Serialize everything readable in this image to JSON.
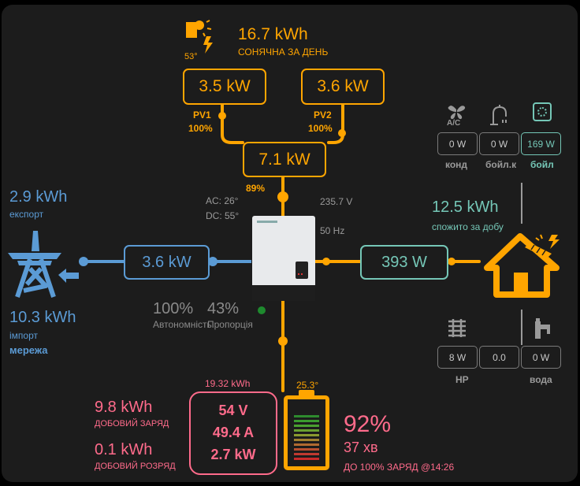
{
  "solar": {
    "total_energy": "16.7 kWh",
    "total_label": "СОНЯЧНА ЗА ДЕНЬ",
    "sun_angle": "53°",
    "pv1": {
      "power": "3.5 kW",
      "name": "PV1",
      "pct": "100%"
    },
    "pv2": {
      "power": "3.6 kW",
      "name": "PV2",
      "pct": "100%"
    },
    "combined_power": "7.1 kW",
    "combined_pct": "89%"
  },
  "inverter": {
    "ac_temp": "AC: 26°",
    "dc_temp": "DC: 55°",
    "voltage": "235.7 V",
    "frequency": "50 Hz",
    "status_color": "#1e8a2e"
  },
  "grid": {
    "export_energy": "2.9 kWh",
    "export_label": "експорт",
    "import_energy": "10.3 kWh",
    "import_label": "імпорт",
    "name": "мережа",
    "power": "3.6 kW"
  },
  "stats": {
    "autonomy_value": "100%",
    "autonomy_label": "Автономність",
    "ratio_value": "43%",
    "ratio_label": "Пропорція"
  },
  "load": {
    "power": "393 W",
    "daily_energy": "12.5 kWh",
    "daily_label": "спожито за добу",
    "aux_top": [
      {
        "value": "0 W",
        "label": "конд",
        "icon": "fan-icon"
      },
      {
        "value": "0 W",
        "label": "бойл.к",
        "icon": "faucet-icon"
      },
      {
        "value": "169 W",
        "label": "бойл",
        "icon": "boiler-icon"
      }
    ],
    "aux_top_icon_text": "A/C",
    "aux_bottom": [
      {
        "value": "8 W"
      },
      {
        "value": "0.0"
      },
      {
        "value": "0 W"
      }
    ],
    "aux_bottom_labels": {
      "hp": "HP",
      "water": "вода"
    }
  },
  "battery": {
    "temp": "25.3°",
    "energy_counter": "19.32 kWh",
    "voltage": "54 V",
    "current": "49.4 A",
    "power": "2.7 kW",
    "daily_charge": "9.8 kWh",
    "daily_charge_label": "ДОБОВИЙ ЗАРЯД",
    "daily_discharge": "0.1 kWh",
    "daily_discharge_label": "ДОБОВИЙ РОЗРЯД",
    "soc": "92%",
    "time_left": "37 хв",
    "full_eta": "ДО 100% ЗАРЯД @14:26"
  },
  "colors": {
    "solar": "#ffa500",
    "grid": "#5b9bd5",
    "load": "#75c7b7",
    "battery": "#ff6b8b",
    "background": "#1c1c1c"
  }
}
